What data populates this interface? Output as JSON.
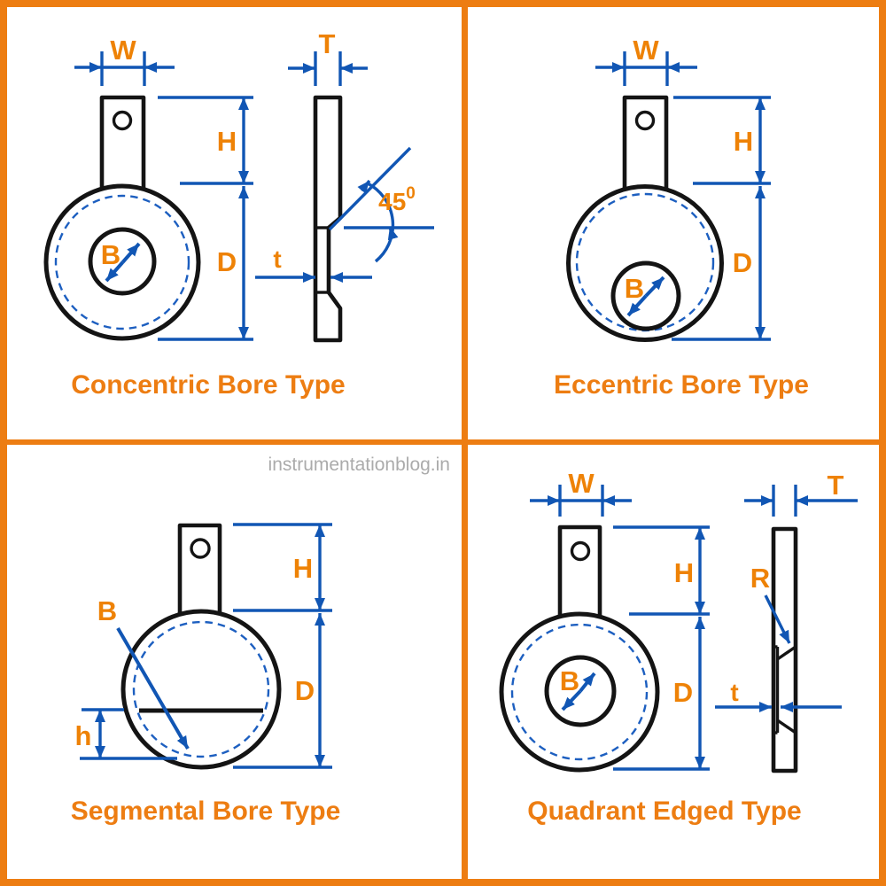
{
  "watermark": "instrumentationblog.in",
  "colors": {
    "border_orange": "#ED7D12",
    "label_orange": "#EE8206",
    "dimension_blue": "#1156B4",
    "dashed_blue": "#1D5FC0",
    "drawing_black": "#141414",
    "watermark_gray": "#ABABAB",
    "background": "#FFFFFF"
  },
  "quadrants": {
    "concentric": {
      "title": "Concentric Bore Type",
      "labels": {
        "width": "W",
        "height": "H",
        "diameter": "D",
        "bore": "B",
        "thickness": "T",
        "edge_thickness": "t",
        "bevel_angle": "45",
        "bevel_angle_sup": "0"
      }
    },
    "eccentric": {
      "title": "Eccentric Bore Type",
      "labels": {
        "width": "W",
        "height": "H",
        "diameter": "D",
        "bore": "B"
      }
    },
    "segmental": {
      "title": "Segmental Bore Type",
      "labels": {
        "height": "H",
        "diameter": "D",
        "bore": "B",
        "segment_height": "h"
      }
    },
    "quadrant_edged": {
      "title": "Quadrant Edged Type",
      "labels": {
        "width": "W",
        "height": "H",
        "diameter": "D",
        "bore": "B",
        "thickness": "T",
        "edge_thickness": "t",
        "edge_radius": "R"
      }
    }
  }
}
